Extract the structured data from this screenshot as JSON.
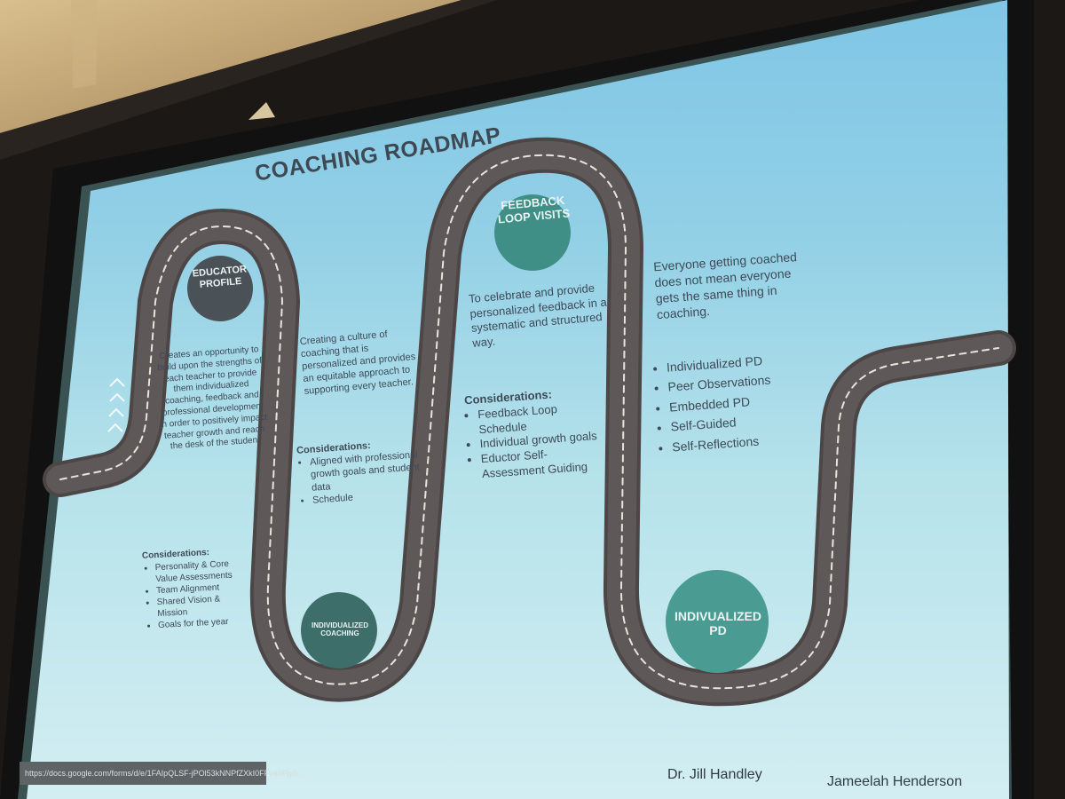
{
  "slide": {
    "title": "COACHING ROADMAP",
    "stops": [
      {
        "label_line1": "EDUCATOR",
        "label_line2": "PROFILE"
      },
      {
        "label_line1": "INDIVIDUALIZED",
        "label_line2": "COACHING"
      },
      {
        "label_line1": "FEEDBACK",
        "label_line2": "LOOP VISITS"
      },
      {
        "label_line1": "INDIVUALIZED",
        "label_line2": "PD"
      }
    ],
    "educator_profile": {
      "description": "Creates an opportunity to build upon the strengths of each teacher to provide them individualized coaching, feedback and professional development in order to positively impact teacher growth and reach the desk of the student",
      "considerations_heading": "Considerations:",
      "considerations": [
        "Personality & Core Value Assessments",
        "Team Alignment",
        "Shared Vision & Mission",
        "Goals for the year"
      ]
    },
    "individualized_coaching": {
      "description": "Creating a culture of coaching that is personalized and provides an equitable approach to supporting every teacher.",
      "considerations_heading": "Considerations:",
      "considerations": [
        "Aligned with professional growth goals and student data",
        "Schedule"
      ]
    },
    "feedback_loop": {
      "description": "To celebrate and provide personalized feedback in a systematic and structured way.",
      "considerations_heading": "Considerations:",
      "considerations": [
        "Feedback Loop Schedule",
        "Individual growth goals",
        "Eductor Self-Assessment Guiding"
      ]
    },
    "individualized_pd": {
      "description": "Everyone getting coached does not mean everyone gets the same thing in coaching.",
      "items": [
        "Individualized PD",
        "Peer Observations",
        "Embedded PD",
        "Self-Guided",
        "Self-Reflections"
      ]
    },
    "authors": [
      "Dr. Jill Handley",
      "Jameelah Henderson"
    ],
    "url": "https://docs.google.com/forms/d/e/1FAIpQLSF-jPOl53kNNPfZXkI0FFva4Pjy5..."
  },
  "colors": {
    "road": "#5c5556",
    "road_line": "#e9e6e0",
    "stop_dark": "#4a5257",
    "stop_teal": "#3f8f86",
    "wall": "#c8a97a",
    "screen_border": "#151414"
  }
}
